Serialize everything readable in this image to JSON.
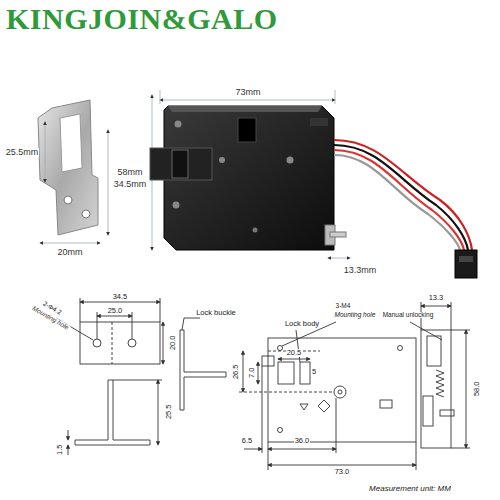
{
  "diagram": {
    "title": "KINGJOIN&GALO",
    "labels": [
      "73mm",
      "58mm",
      "25.5mm",
      "34.5mm",
      "20mm",
      "13.3mm",
      "2-Φ4.2",
      "Mounting hole",
      "34.5",
      "25.0",
      "20.0",
      "25.5",
      "1.5",
      "Lock buckle",
      "Lock body",
      "3-M4",
      "Mounting hole",
      "Manual unlocking",
      "13.3",
      "20.5",
      "26.5",
      "7.0",
      "5",
      "6.5",
      "36.0",
      "73.0",
      "58.0",
      "Measurement unit: MM"
    ]
  }
}
